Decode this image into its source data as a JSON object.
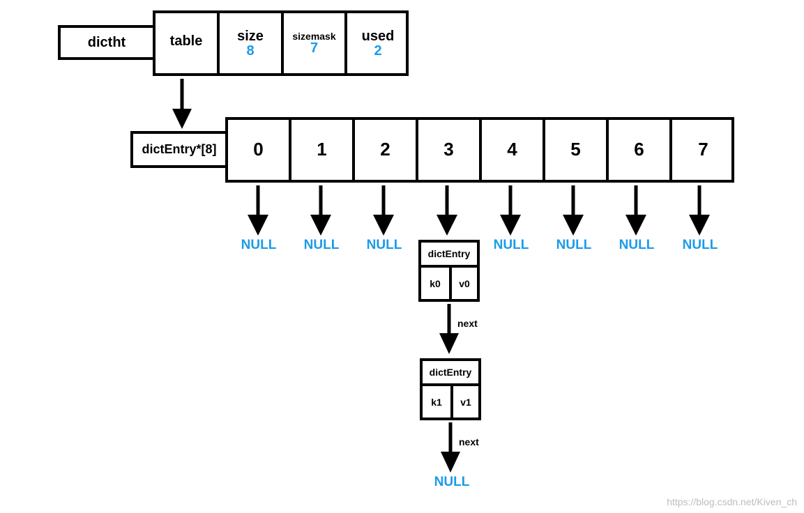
{
  "dictht": {
    "name": "dictht",
    "fields": [
      {
        "label": "table",
        "value": ""
      },
      {
        "label": "size",
        "value": "8"
      },
      {
        "label": "sizemask",
        "value": "7"
      },
      {
        "label": "used",
        "value": "2"
      }
    ]
  },
  "array": {
    "label": "dictEntry*[8]",
    "slots": [
      "0",
      "1",
      "2",
      "3",
      "4",
      "5",
      "6",
      "7"
    ]
  },
  "null_text": "NULL",
  "entries": [
    {
      "title": "dictEntry",
      "key": "k0",
      "value": "v0"
    },
    {
      "title": "dictEntry",
      "key": "k1",
      "value": "v1"
    }
  ],
  "next_label": "next",
  "watermark": "https://blog.csdn.net/Kiven_ch",
  "colors": {
    "value_blue": "#1a9be8",
    "line": "#000000"
  }
}
